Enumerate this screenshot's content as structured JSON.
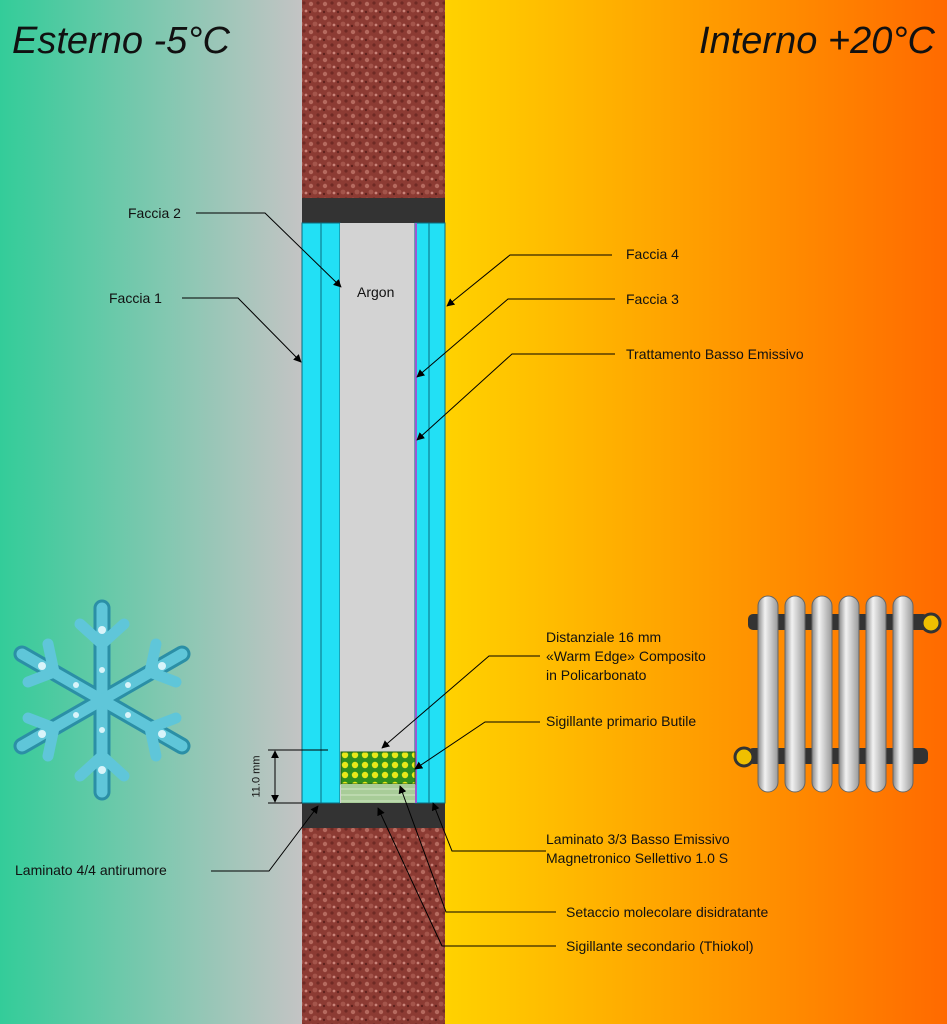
{
  "titles": {
    "exterior": "Esterno -5°C",
    "interior": "Interno +20°C"
  },
  "gas_label": "Argon",
  "dimension_label": "11.0 mm",
  "labels": {
    "face2": "Faccia 2",
    "face1": "Faccia 1",
    "face4": "Faccia 4",
    "face3": "Faccia 3",
    "low_e": "Trattamento Basso Emissivo",
    "spacer_1": "Distanziale 16 mm",
    "spacer_2": "«Warm Edge» Composito",
    "spacer_3": "in Policarbonato",
    "butyl": "Sigillante primario Butile",
    "laminate_in_1": "Laminato 3/3 Basso Emissivo",
    "laminate_in_2": "Magnetronico Sellettivo 1.0 S",
    "laminate_out": "Laminato 4/4 antirumore",
    "sieve": "Setaccio molecolare disidratante",
    "thiokol": "Sigillante secondario (Thiokol)"
  },
  "colors": {
    "exterior_green": "#33cc99",
    "exterior_gray": "#bdbdbd",
    "interior_yellow": "#ffd200",
    "interior_orange": "#ff6a00",
    "brick": "#8c3b33",
    "glass": "#22e0f5",
    "gas": "#d3d3d3",
    "spacer": "#d8e01b",
    "frame": "#333333"
  },
  "icons": {
    "snowflake": "snowflake-icon",
    "radiator": "radiator-icon"
  }
}
